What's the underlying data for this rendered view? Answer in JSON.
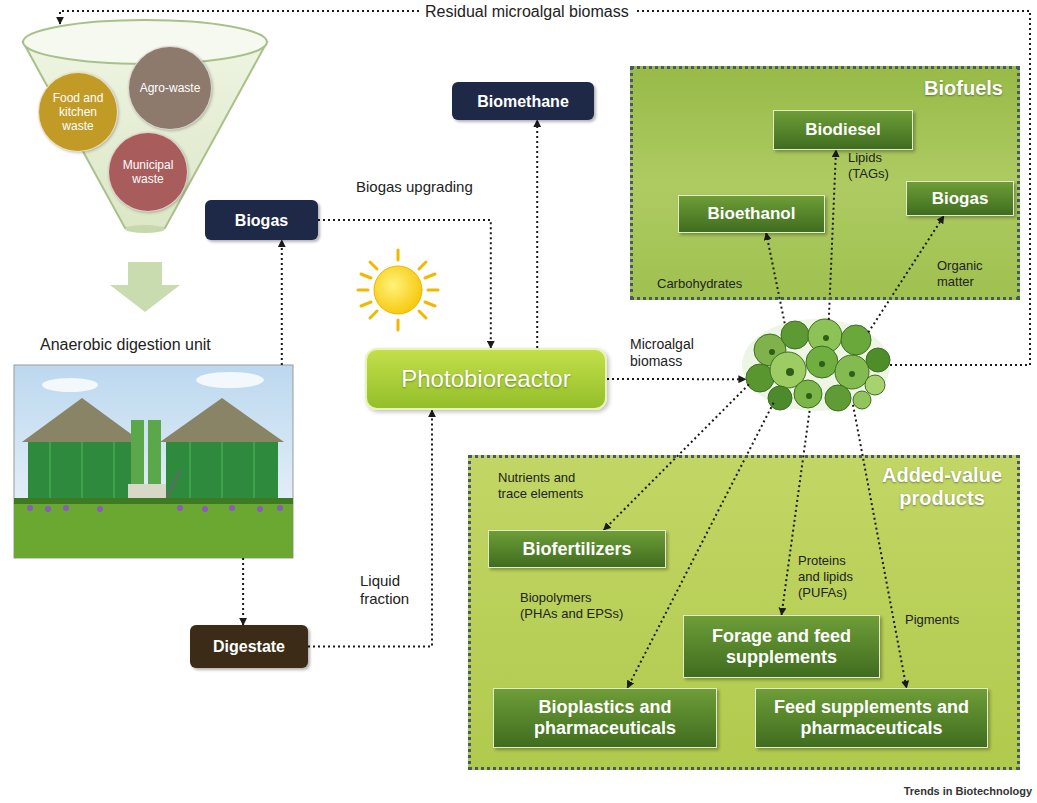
{
  "diagram": {
    "nodes": [
      {
        "text": [
          "Food and kitchen waste"
        ]
      },
      {
        "text": [
          "Agro-waste"
        ]
      },
      {
        "text": [
          "Municipal waste"
        ]
      },
      {
        "text": [
          "Anaerobic digestion unit"
        ]
      },
      {
        "text": [
          "Biogas"
        ]
      },
      {
        "text": [
          "Biomethane"
        ]
      },
      {
        "text": [
          "Biofuels"
        ]
      },
      {
        "text": [
          "Biodiesel"
        ],
        "in": 6
      },
      {
        "text": [
          "Bioethanol"
        ],
        "in": 6
      },
      {
        "text": [
          "Biogas"
        ],
        "in": 6
      },
      {
        "text": [
          "Photobioreactor"
        ]
      },
      {
        "text": [
          "Microalgal biomass"
        ]
      },
      {
        "text": [
          "Digestate"
        ]
      },
      {
        "text": [
          "Added-value products"
        ]
      },
      {
        "text": [
          "Biofertilizers"
        ],
        "in": 13
      },
      {
        "text": [
          "Forage and feed supplements"
        ],
        "in": 13
      },
      {
        "text": [
          "Bioplastics and pharmaceuticals"
        ],
        "in": 13
      },
      {
        "text": [
          "Feed supplements and pharmaceuticals"
        ],
        "in": 13
      }
    ],
    "edges": [
      {
        "from": 3,
        "to": 4,
        "arrow": "to"
      },
      {
        "from": 3,
        "to": 12,
        "arrow": "to"
      },
      {
        "from": 4,
        "to": 10,
        "arrow": "to",
        "label": "Biogas upgrading"
      },
      {
        "from": 10,
        "to": 5,
        "arrow": "to"
      },
      {
        "from": 12,
        "to": 10,
        "arrow": "to",
        "label": "Liquid fraction"
      },
      {
        "from": 10,
        "to": 11,
        "arrow": "to"
      },
      {
        "from": 11,
        "to": 8,
        "arrow": "to",
        "label": "Carbohydrates"
      },
      {
        "from": 11,
        "to": 7,
        "arrow": "to",
        "label": "Lipids (TAGs)"
      },
      {
        "from": 11,
        "to": 9,
        "arrow": "to",
        "label": "Organic matter"
      },
      {
        "from": 11,
        "to": 14,
        "arrow": "to",
        "label": "Nutrients and trace elements"
      },
      {
        "from": 11,
        "to": 16,
        "arrow": "to",
        "label": "Biopolymers (PHAs and EPSs)"
      },
      {
        "from": 11,
        "to": 15,
        "arrow": "to",
        "label": "Proteins and lipids (PUFAs)"
      },
      {
        "from": 11,
        "to": 17,
        "arrow": "to",
        "label": "Pigments"
      }
    ],
    "labels": [
      "Residual microalgal biomass",
      "Trends in Biotechnology"
    ]
  }
}
